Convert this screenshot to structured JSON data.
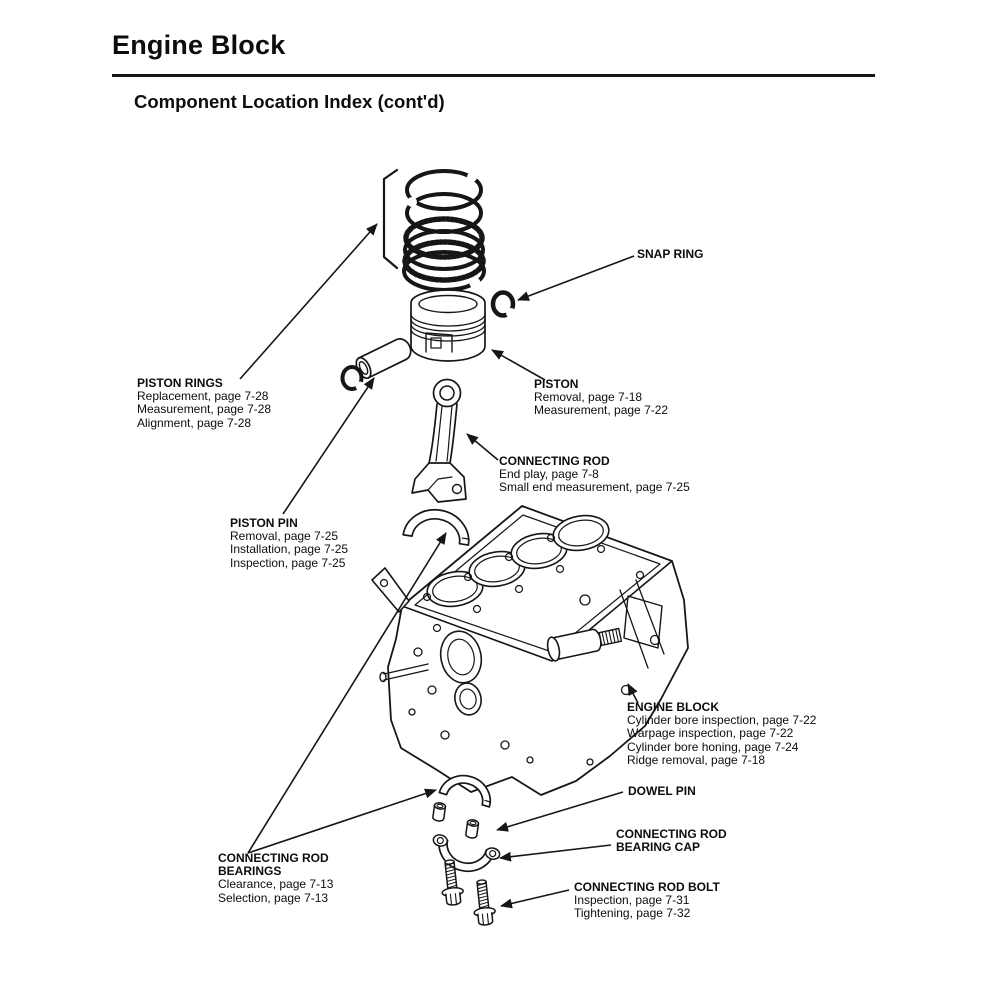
{
  "header": {
    "title": "Engine Block",
    "subtitle": "Component Location Index (cont'd)"
  },
  "colors": {
    "ink": "#161616",
    "paper": "#ffffff"
  },
  "callouts": {
    "piston_rings": {
      "title": "PISTON RINGS",
      "lines": [
        "Replacement, page 7-28",
        "Measurement, page 7-28",
        "Alignment, page 7-28"
      ]
    },
    "snap_ring": {
      "title": "SNAP RING"
    },
    "piston": {
      "title": "PISTON",
      "lines": [
        "Removal, page 7-18",
        "Measurement, page 7-22"
      ]
    },
    "connecting_rod": {
      "title": "CONNECTING ROD",
      "lines": [
        "End play, page 7-8",
        "Small end measurement, page 7-25"
      ]
    },
    "piston_pin": {
      "title": "PISTON PIN",
      "lines": [
        "Removal, page 7-25",
        "Installation, page 7-25",
        "Inspection, page 7-25"
      ]
    },
    "engine_block": {
      "title": "ENGINE BLOCK",
      "lines": [
        "Cylinder bore inspection, page 7-22",
        "Warpage inspection, page 7-22",
        "Cylinder bore honing, page 7-24",
        "Ridge removal, page 7-18"
      ]
    },
    "dowel_pin": {
      "title": "DOWEL PIN"
    },
    "bearing_cap": {
      "title_line1": "CONNECTING ROD",
      "title_line2": "BEARING CAP"
    },
    "rod_bolt": {
      "title": "CONNECTING ROD BOLT",
      "lines": [
        "Inspection, page 7-31",
        "Tightening, page 7-32"
      ]
    },
    "rod_bearings": {
      "title_line1": "CONNECTING ROD",
      "title_line2": "BEARINGS",
      "lines": [
        "Clearance, page 7-13",
        "Selection, page 7-13"
      ]
    }
  }
}
